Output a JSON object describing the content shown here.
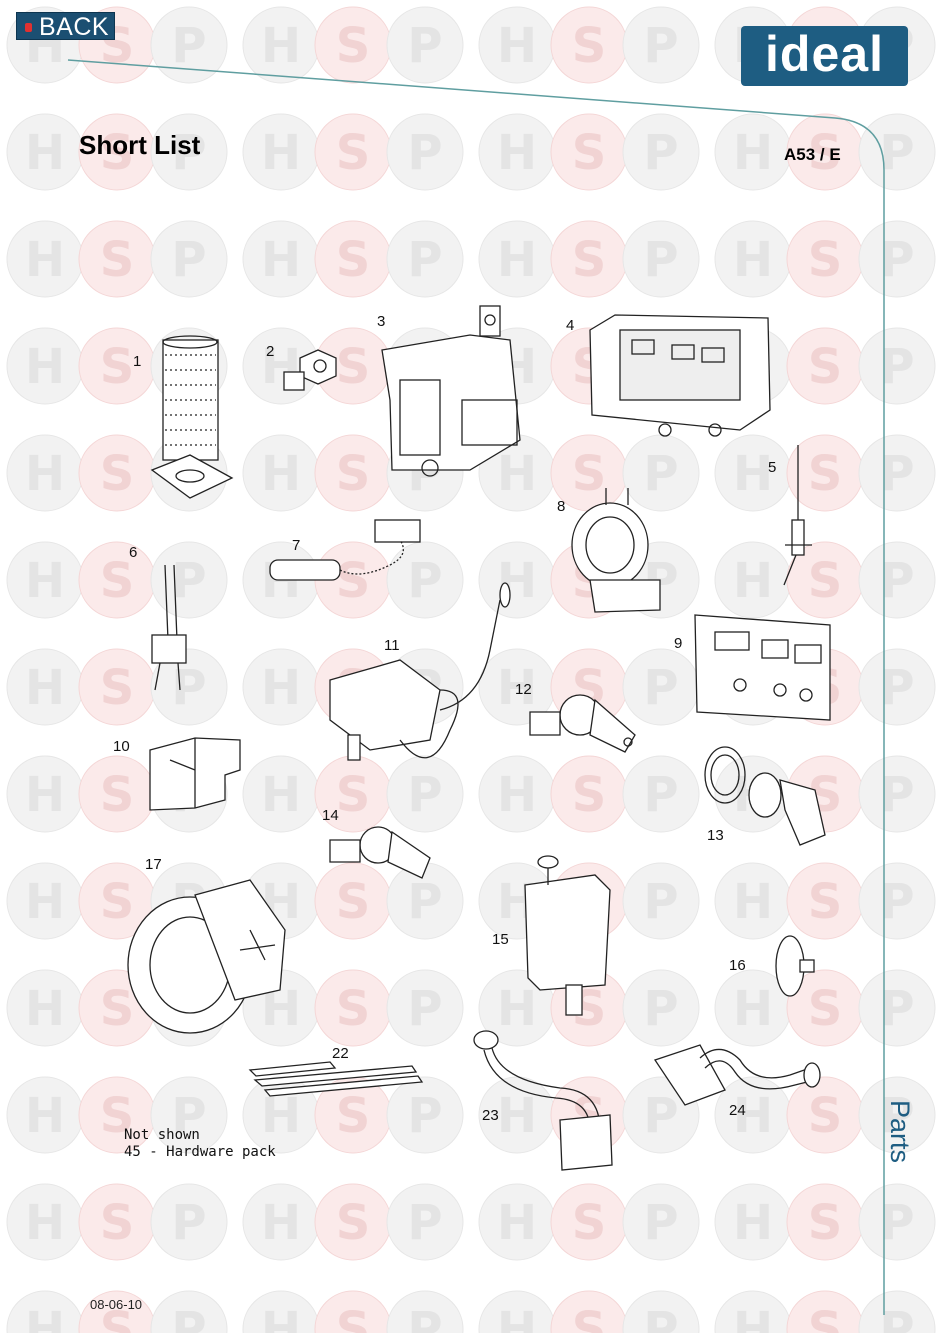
{
  "header": {
    "back_label": "BACK",
    "brand": "ideal",
    "title": "Short List",
    "code": "A53 / E"
  },
  "watermark": {
    "letters": [
      "H",
      "S",
      "P"
    ]
  },
  "parts": [
    {
      "num": "1"
    },
    {
      "num": "2"
    },
    {
      "num": "3"
    },
    {
      "num": "4"
    },
    {
      "num": "5"
    },
    {
      "num": "6"
    },
    {
      "num": "7"
    },
    {
      "num": "8"
    },
    {
      "num": "9"
    },
    {
      "num": "10"
    },
    {
      "num": "11"
    },
    {
      "num": "12"
    },
    {
      "num": "13"
    },
    {
      "num": "14"
    },
    {
      "num": "15"
    },
    {
      "num": "16"
    },
    {
      "num": "17"
    },
    {
      "num": "22"
    },
    {
      "num": "23"
    },
    {
      "num": "24"
    }
  ],
  "notes": {
    "line1": "Not shown",
    "line2": "45 - Hardware pack"
  },
  "footer": {
    "date": "08-06-10",
    "side_tab": "Parts"
  },
  "colors": {
    "brand": "#1e5d82",
    "accent": "#e03131",
    "frame": "#5f9ea0"
  }
}
